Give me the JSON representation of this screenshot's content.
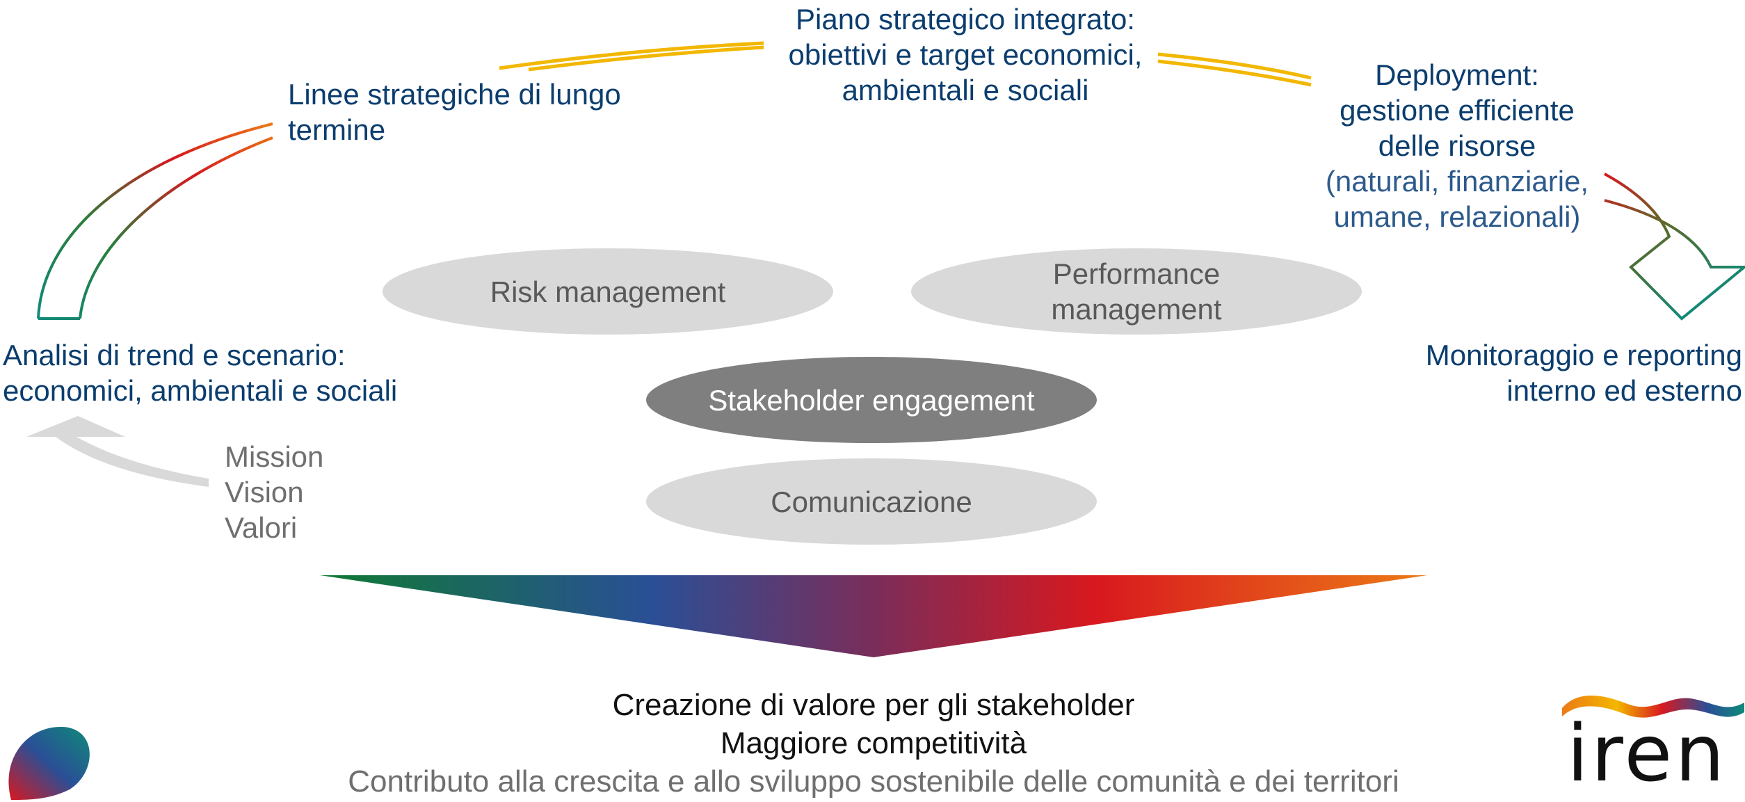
{
  "cycle": {
    "piano": [
      "Piano strategico integrato:",
      "obiettivi e target economici,",
      "ambientali e sociali"
    ],
    "linee": [
      "Linee strategiche di lungo",
      "termine"
    ],
    "deployment": [
      "Deployment:",
      "gestione efficiente",
      "delle risorse"
    ],
    "deployment_detail": [
      "(naturali, finanziarie,",
      "umane, relazionali)"
    ],
    "analisi": [
      "Analisi di trend e scenario:",
      "economici, ambientali e sociali"
    ],
    "monitoraggio": [
      "Monitoraggio e reporting",
      "interno ed esterno"
    ],
    "mission": [
      "Mission",
      "Vision",
      "Valori"
    ]
  },
  "ellipses": {
    "risk": "Risk management",
    "performance": [
      "Performance",
      "management"
    ],
    "stakeholder": "Stakeholder engagement",
    "comunicazione": "Comunicazione"
  },
  "outcomes": {
    "line1": "Creazione di valore per gli stakeholder",
    "line2": "Maggiore competitività",
    "line3": "Contributo alla crescita e allo sviluppo sostenibile delle comunità e dei territori"
  },
  "logo": {
    "brand": "iren"
  },
  "colors": {
    "navy": "#0b3d6e",
    "gold": "#f2b700",
    "green": "#0f7a33",
    "blue": "#2a4f96",
    "red": "#d8181f",
    "orange": "#ec7a16",
    "gray_light": "#d9d9d9",
    "gray_dark": "#7f7f7f"
  }
}
